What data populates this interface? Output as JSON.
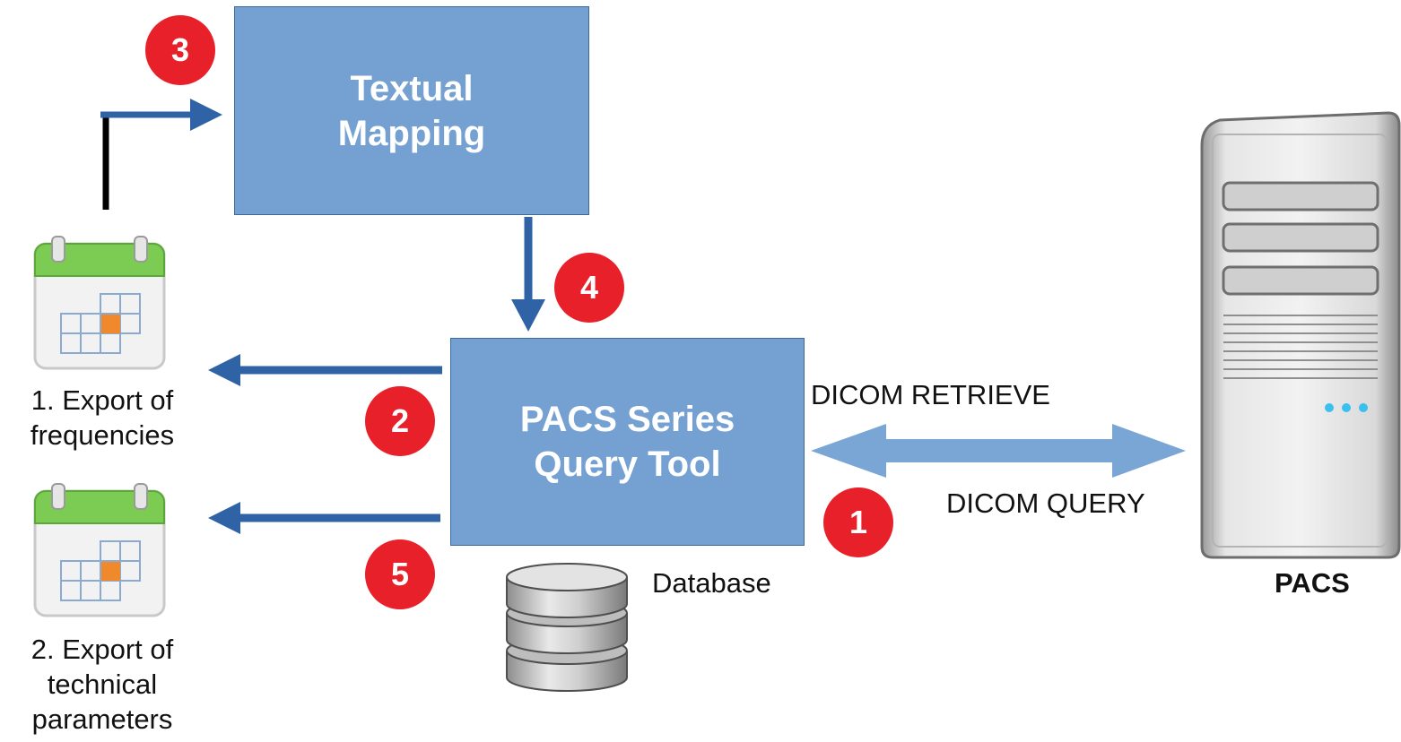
{
  "nodes": {
    "textual_mapping": "Textual\nMapping",
    "query_tool": "PACS Series\nQuery Tool"
  },
  "steps": {
    "s1": "1",
    "s2": "2",
    "s3": "3",
    "s4": "4",
    "s5": "5"
  },
  "labels": {
    "export_frequencies": "1. Export of\nfrequencies",
    "export_technical": "2. Export of\ntechnical\nparameters",
    "dicom_retrieve": "DICOM RETRIEVE",
    "dicom_query": "DICOM QUERY",
    "database": "Database",
    "pacs": "PACS"
  },
  "icons": {
    "export_frequencies": "calendar-icon",
    "export_technical": "calendar-icon",
    "database": "database-icon",
    "pacs": "server-tower-icon"
  },
  "colors": {
    "box_fill": "#74a0d2",
    "arrow": "#2f63a6",
    "double_arrow": "#7aa6d6",
    "badge": "#e8202a"
  }
}
